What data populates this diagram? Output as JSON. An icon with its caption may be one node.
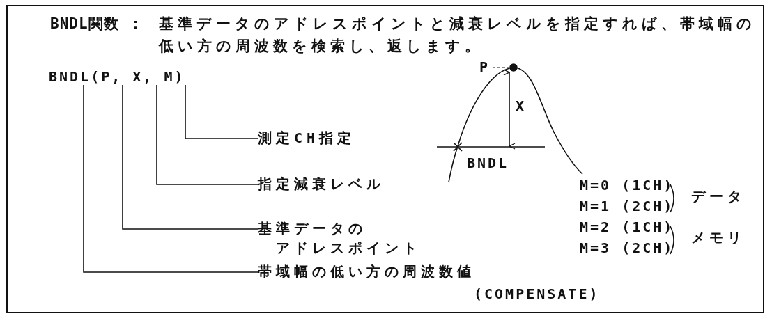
{
  "diagram": {
    "nodes": [
      {
        "text": [
          "BNDL(P, X, M)"
        ]
      },
      {
        "text": [
          "測定CH指定"
        ]
      },
      {
        "text": [
          "指定減衰レベル"
        ]
      },
      {
        "text": [
          "基準データの",
          "アドレスポイント"
        ]
      },
      {
        "text": [
          "帯域幅の低い方の周波数値"
        ],
        "beside": [
          "(COMPENSATE)"
        ]
      }
    ],
    "edges": [
      {
        "from": 0,
        "to": 1,
        "arrow": "none"
      },
      {
        "from": 0,
        "to": 2,
        "arrow": "none"
      },
      {
        "from": 0,
        "to": 3,
        "arrow": "none"
      },
      {
        "from": 0,
        "to": 4,
        "arrow": "none"
      }
    ],
    "labels": [
      "BNDL関数 ：",
      "基準データのアドレスポイントと減衰レベルを指定すれば、帯域幅の低い方の周波数を検索し、返します。",
      "P",
      "X",
      "BNDL",
      "M=0 (1CH)",
      "M=1 (2CH)",
      "データ",
      "M=2 (1CH)",
      "M=3 (2CH)",
      "メモリ"
    ]
  }
}
